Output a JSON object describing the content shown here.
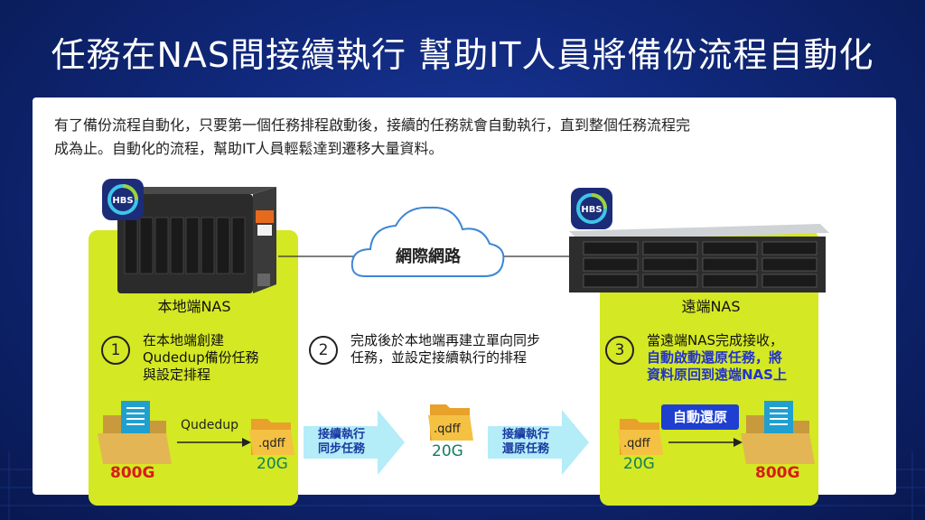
{
  "title": "任務在NAS間接續執行 幫助IT人員將備份流程自動化",
  "description_line1": "有了備份流程自動化，只要第一個任務排程啟動後，接續的任務就會自動執行，直到整個任務流程完",
  "description_line2": "成為止。自動化的流程，幫助IT人員輕鬆達到遷移大量資料。",
  "local_nas_label": "本地端NAS",
  "remote_nas_label": "遠端NAS",
  "cloud_label": "網際網路",
  "hbs_logo_text": "HBS",
  "step1": {
    "num": "1",
    "line1": "在本地端創建",
    "line2": "Qudedup備份任務",
    "line3": "與設定排程"
  },
  "step2": {
    "num": "2",
    "line1": "完成後於本地端再建立單向同步",
    "line2": "任務，並設定接續執行的排程"
  },
  "step3": {
    "num": "3",
    "line1": "當遠端NAS完成接收，",
    "line2": "自動啟動還原任務，將",
    "line3": "資料原回到遠端NAS上"
  },
  "qudedup_label": "Qudedup",
  "qdff_label": ".qdff",
  "size_800g": "800G",
  "size_20g": "20G",
  "arrow1": {
    "line1": "接續執行",
    "line2": "同步任務"
  },
  "arrow2": {
    "line1": "接續執行",
    "line2": "還原任務"
  },
  "auto_restore_label": "自動還原",
  "colors": {
    "background": "#10287a",
    "green_box": "#d4e823",
    "blue_accent": "#1e3fd0",
    "red": "#d81b1b",
    "teal": "#137d5f"
  }
}
